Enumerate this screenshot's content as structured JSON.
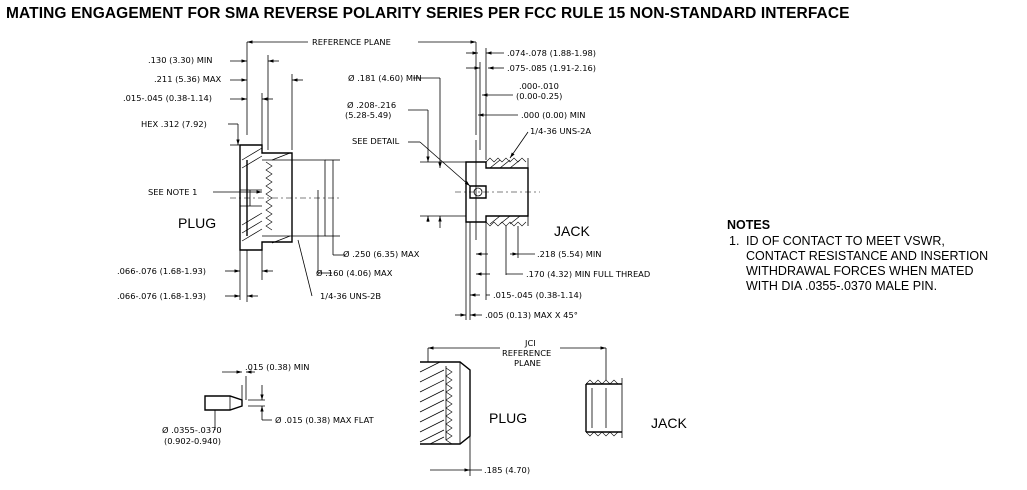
{
  "title": "MATING ENGAGEMENT FOR SMA REVERSE POLARITY SERIES PER FCC RULE 15 NON-STANDARD INTERFACE",
  "labels": {
    "reference_plane": "REFERENCE PLANE",
    "plug": "PLUG",
    "jack": "JACK",
    "see_note_1": "SEE NOTE 1",
    "see_detail": "SEE DETAIL",
    "jci": "JCI",
    "reference": "REFERENCE",
    "plane": "PLANE",
    "plug2": "PLUG",
    "jack2": "JACK"
  },
  "dims": {
    "d130": ".130  (3.30)  MIN",
    "d211": ".211  (5.36) MAX",
    "d015_045": ".015-.045  (0.38-1.14)",
    "hex312": "HEX  .312  (7.92)",
    "d250": "Ø .250  (6.35) MAX",
    "d160": "Ø .160  (4.06)  MAX",
    "uns2b": "1/4-36  UNS-2B",
    "d066a": ".066-.076  (1.68-1.93)",
    "d066b": ".066-.076  (1.68-1.93)",
    "d074": ".074-.078  (1.88-1.98)",
    "d075": ".075-.085  (1.91-2.16)",
    "d181": "Ø .181 (4.60) MIN",
    "d000_010": ".000-.010",
    "d000_025": "(0.00-0.25)",
    "d000min": ".000  (0.00) MIN",
    "d208": "Ø .208-.216",
    "d528": "(5.28-5.49)",
    "uns2a": "1/4-36  UNS-2A",
    "d218": ".218  (5.54) MIN",
    "d170": ".170  (4.32) MIN FULL THREAD",
    "d015_045b": ".015-.045  (0.38-1.14)",
    "d005": ".005  (0.13) MAX  X  45°",
    "d015min": ".015  (0.38)  MIN",
    "d015flat": "Ø  .015  (0.38) MAX  FLAT",
    "d0355": "Ø .0355-.0370",
    "d0902": "(0.902-0.940)",
    "d185": ".185  (4.70)"
  },
  "notes": {
    "heading": "NOTES",
    "number": "1.",
    "lines": [
      "ID OF CONTACT TO MEET VSWR,",
      "CONTACT RESISTANCE AND INSERTION",
      "WITHDRAWAL FORCES WHEN MATED",
      "WITH DIA  .0355-.0370 MALE PIN."
    ]
  }
}
